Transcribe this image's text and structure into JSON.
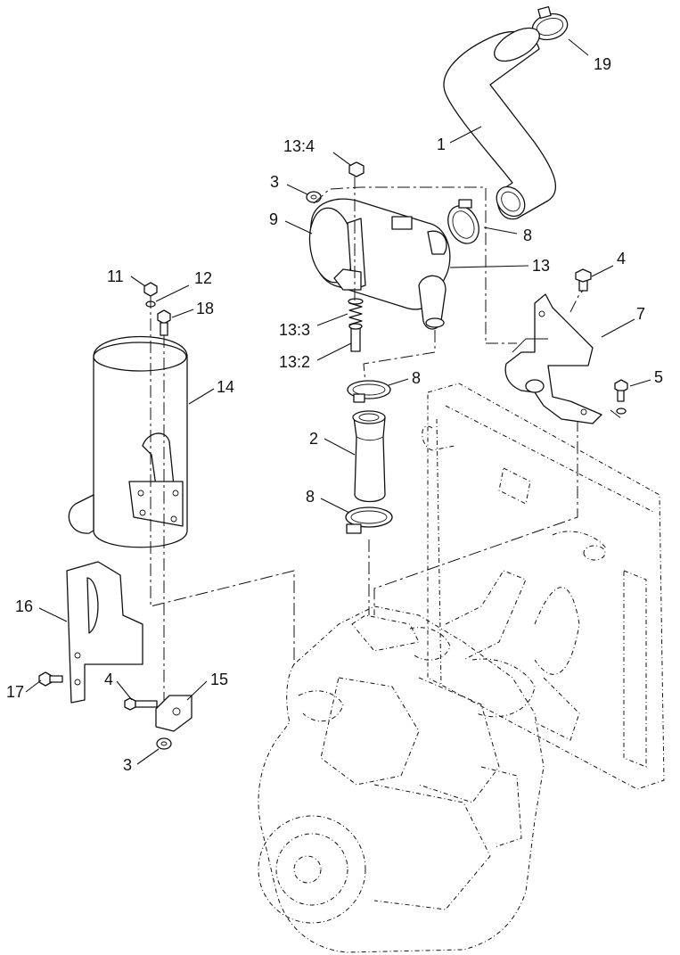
{
  "callouts": [
    {
      "id": "c19",
      "text": "19"
    },
    {
      "id": "c1",
      "text": "1"
    },
    {
      "id": "c13-4",
      "text": "13:4"
    },
    {
      "id": "c3-top",
      "text": "3"
    },
    {
      "id": "c9",
      "text": "9"
    },
    {
      "id": "c8-top",
      "text": "8"
    },
    {
      "id": "c13",
      "text": "13"
    },
    {
      "id": "c4-right",
      "text": "4"
    },
    {
      "id": "c11",
      "text": "11"
    },
    {
      "id": "c12",
      "text": "12"
    },
    {
      "id": "c18",
      "text": "18"
    },
    {
      "id": "c7",
      "text": "7"
    },
    {
      "id": "c13-3",
      "text": "13:3"
    },
    {
      "id": "c13-2",
      "text": "13:2"
    },
    {
      "id": "c5",
      "text": "5"
    },
    {
      "id": "c14",
      "text": "14"
    },
    {
      "id": "c8-mid",
      "text": "8"
    },
    {
      "id": "c2",
      "text": "2"
    },
    {
      "id": "c8-low",
      "text": "8"
    },
    {
      "id": "c16",
      "text": "16"
    },
    {
      "id": "c15",
      "text": "15"
    },
    {
      "id": "c4-left",
      "text": "4"
    },
    {
      "id": "c17",
      "text": "17"
    },
    {
      "id": "c3-bottom",
      "text": "3"
    }
  ]
}
